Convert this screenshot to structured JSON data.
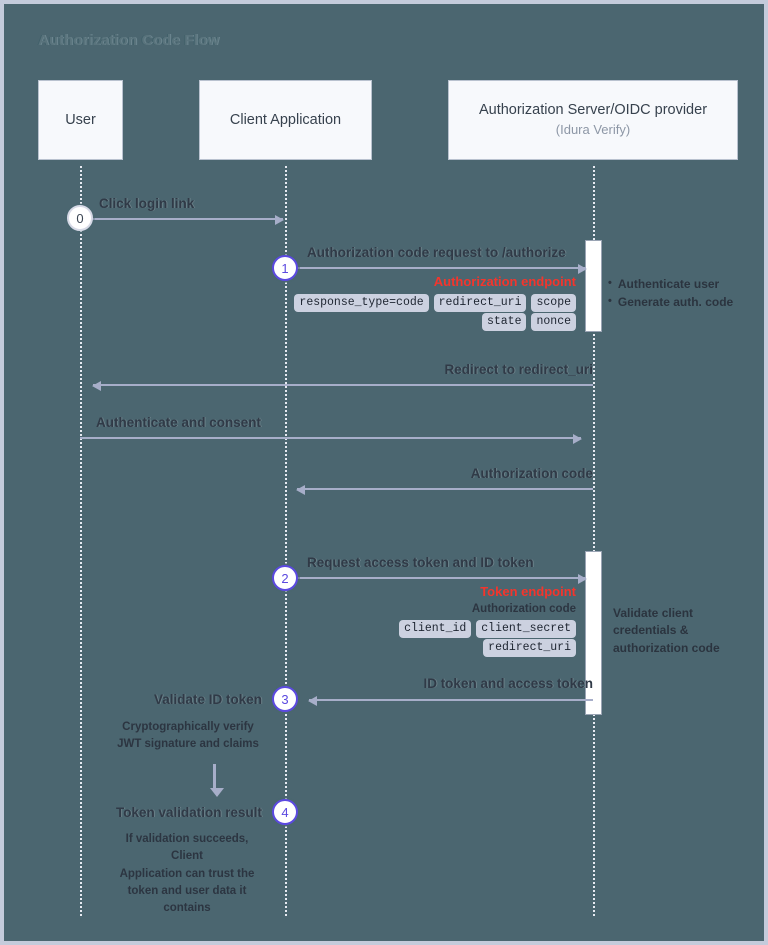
{
  "diagram": {
    "title": "Authorization Code Flow",
    "background_color": "#4b6670",
    "frame_border_color": "#c4cbdb",
    "accent_color": "#5b49e0",
    "endpoint_color": "#f4352c",
    "arrow_color": "#a7aec9"
  },
  "participants": [
    {
      "name": "User",
      "subtitle": ""
    },
    {
      "name": "Client Application",
      "subtitle": ""
    },
    {
      "name": "Authorization Server/OIDC provider",
      "subtitle": "(Idura Verify)"
    }
  ],
  "steps": [
    {
      "badge": "0",
      "label": "Click login link",
      "from": "User",
      "to": "Client Application",
      "direction": "right"
    },
    {
      "badge": "1",
      "label": "Authorization code request to /authorize",
      "from": "Client Application",
      "to": "Authorization Server/OIDC provider",
      "direction": "right",
      "endpoint": "Authorization endpoint",
      "params_row_1": [
        "response_type=code",
        "redirect_uri",
        "scope"
      ],
      "params_row_2": [
        "state",
        "nonce"
      ],
      "server_actions": [
        "Authenticate user",
        "Generate auth. code"
      ]
    },
    {
      "badge": "",
      "label": "Redirect to redirect_uri",
      "from": "Authorization Server/OIDC provider",
      "to": "User",
      "direction": "left"
    },
    {
      "badge": "",
      "label": "Authenticate and consent",
      "from": "User",
      "to": "Authorization Server/OIDC provider",
      "direction": "right"
    },
    {
      "badge": "",
      "label": "Authorization code",
      "from": "Authorization Server/OIDC provider",
      "to": "Client Application",
      "direction": "left"
    },
    {
      "badge": "2",
      "label": "Request access token and ID token",
      "from": "Client Application",
      "to": "Authorization Server/OIDC provider",
      "direction": "right",
      "endpoint": "Token endpoint",
      "note": "Authorization code",
      "params_row_1": [
        "client_id",
        "client_secret"
      ],
      "params_row_2": [
        "redirect_uri"
      ],
      "server_note": "Validate client credentials & authorization code"
    },
    {
      "badge": "3",
      "label": "ID token and access token",
      "from": "Authorization Server/OIDC provider",
      "to": "Client Application",
      "direction": "left",
      "client_label": "Validate ID token",
      "client_desc": "Cryptographically verify JWT signature and claims"
    },
    {
      "badge": "4",
      "label": "Token validation result",
      "client_desc": "If validation succeeds, Client Application can trust the token and user data it contains"
    }
  ],
  "labels": {
    "click_login_link": "Click login link",
    "auth_code_request": "Authorization code request to /authorize",
    "authorization_endpoint": "Authorization endpoint",
    "chip_response_type": "response_type=code",
    "chip_redirect_uri": "redirect_uri",
    "chip_scope": "scope",
    "chip_state": "state",
    "chip_nonce": "nonce",
    "action_authenticate_user": "Authenticate user",
    "action_generate_code": "Generate auth. code",
    "redirect_to_redirect_uri": "Redirect to redirect_uri",
    "authenticate_and_consent": "Authenticate and consent",
    "authorization_code": "Authorization code",
    "request_tokens": "Request access token and ID token",
    "token_endpoint": "Token endpoint",
    "note_authorization_code": "Authorization code",
    "chip_client_id": "client_id",
    "chip_client_secret": "client_secret",
    "chip_redirect_uri_2": "redirect_uri",
    "validate_client_note": "Validate client credentials & authorization code",
    "id_and_access_token": "ID token and access token",
    "validate_id_token": "Validate ID token",
    "crypto_verify_line1": "Cryptographically verify",
    "crypto_verify_line2": "JWT signature and claims",
    "token_validation_result": "Token validation result",
    "validation_desc_line1": "If validation succeeds, Client",
    "validation_desc_line2": "Application can trust the",
    "validation_desc_line3": "token and user data it",
    "validation_desc_line4": "contains"
  },
  "badges": {
    "zero": "0",
    "one": "1",
    "two": "2",
    "three": "3",
    "four": "4"
  }
}
